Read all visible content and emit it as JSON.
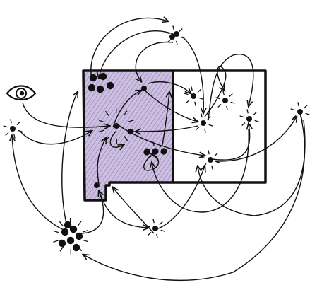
{
  "diagram": {
    "eye_icon": "eye-icon",
    "colors": {
      "ink": "#111111",
      "purple_shade": "#c8b8dc",
      "purple_dark": "#9a86b8",
      "background": "#ffffff"
    },
    "clusters": [
      {
        "name": "purple-top-left-cluster",
        "count": 5
      },
      {
        "name": "purple-center-cluster",
        "count": 1
      },
      {
        "name": "purple-upper-right-cluster",
        "count": 1
      },
      {
        "name": "purple-lower-right-cluster",
        "count": 3
      },
      {
        "name": "purple-bottom-dot",
        "count": 1
      },
      {
        "name": "purple-small-dot",
        "count": 1
      },
      {
        "name": "right-room-dot-1",
        "count": 1
      },
      {
        "name": "right-room-dot-2",
        "count": 1
      },
      {
        "name": "right-room-dot-3",
        "count": 1
      },
      {
        "name": "right-room-dot-4",
        "count": 1
      },
      {
        "name": "right-room-dot-5",
        "count": 1
      },
      {
        "name": "outside-top-dot",
        "count": 2
      },
      {
        "name": "outside-right-dot",
        "count": 1
      },
      {
        "name": "outside-left-dot",
        "count": 1
      },
      {
        "name": "outside-bottom-dot",
        "count": 1
      },
      {
        "name": "outside-bottom-left-cluster",
        "count": 7
      }
    ]
  }
}
